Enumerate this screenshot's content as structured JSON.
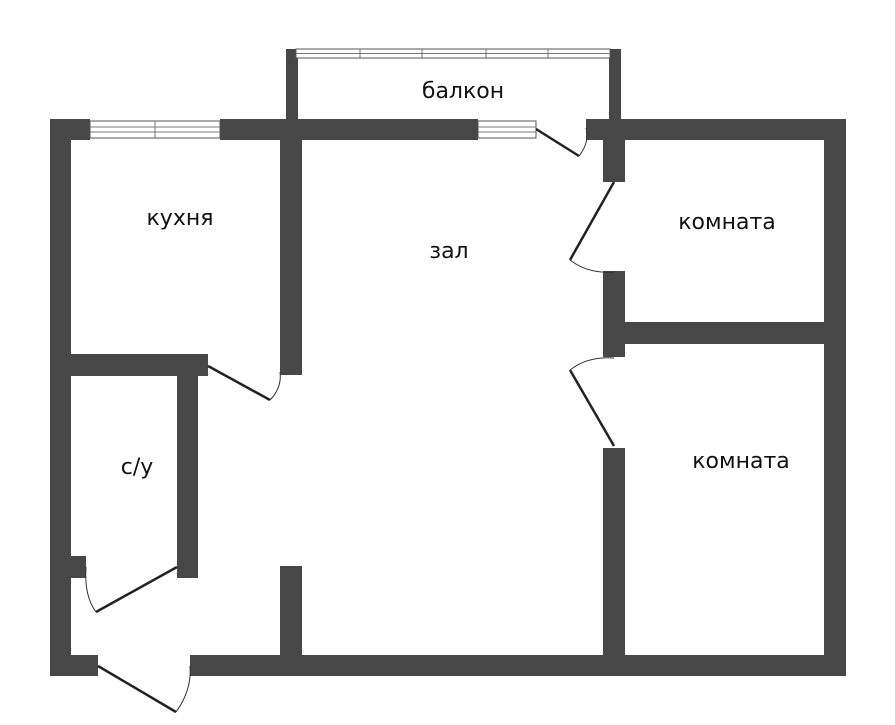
{
  "colors": {
    "wall": "#474747",
    "background": "#ffffff",
    "label": "#111111",
    "door": "#222222"
  },
  "rooms": {
    "balcony": "балкон",
    "kitchen": "кухня",
    "hall": "зал",
    "room_upper": "комната",
    "room_lower": "комната",
    "bathroom": "с/у"
  }
}
